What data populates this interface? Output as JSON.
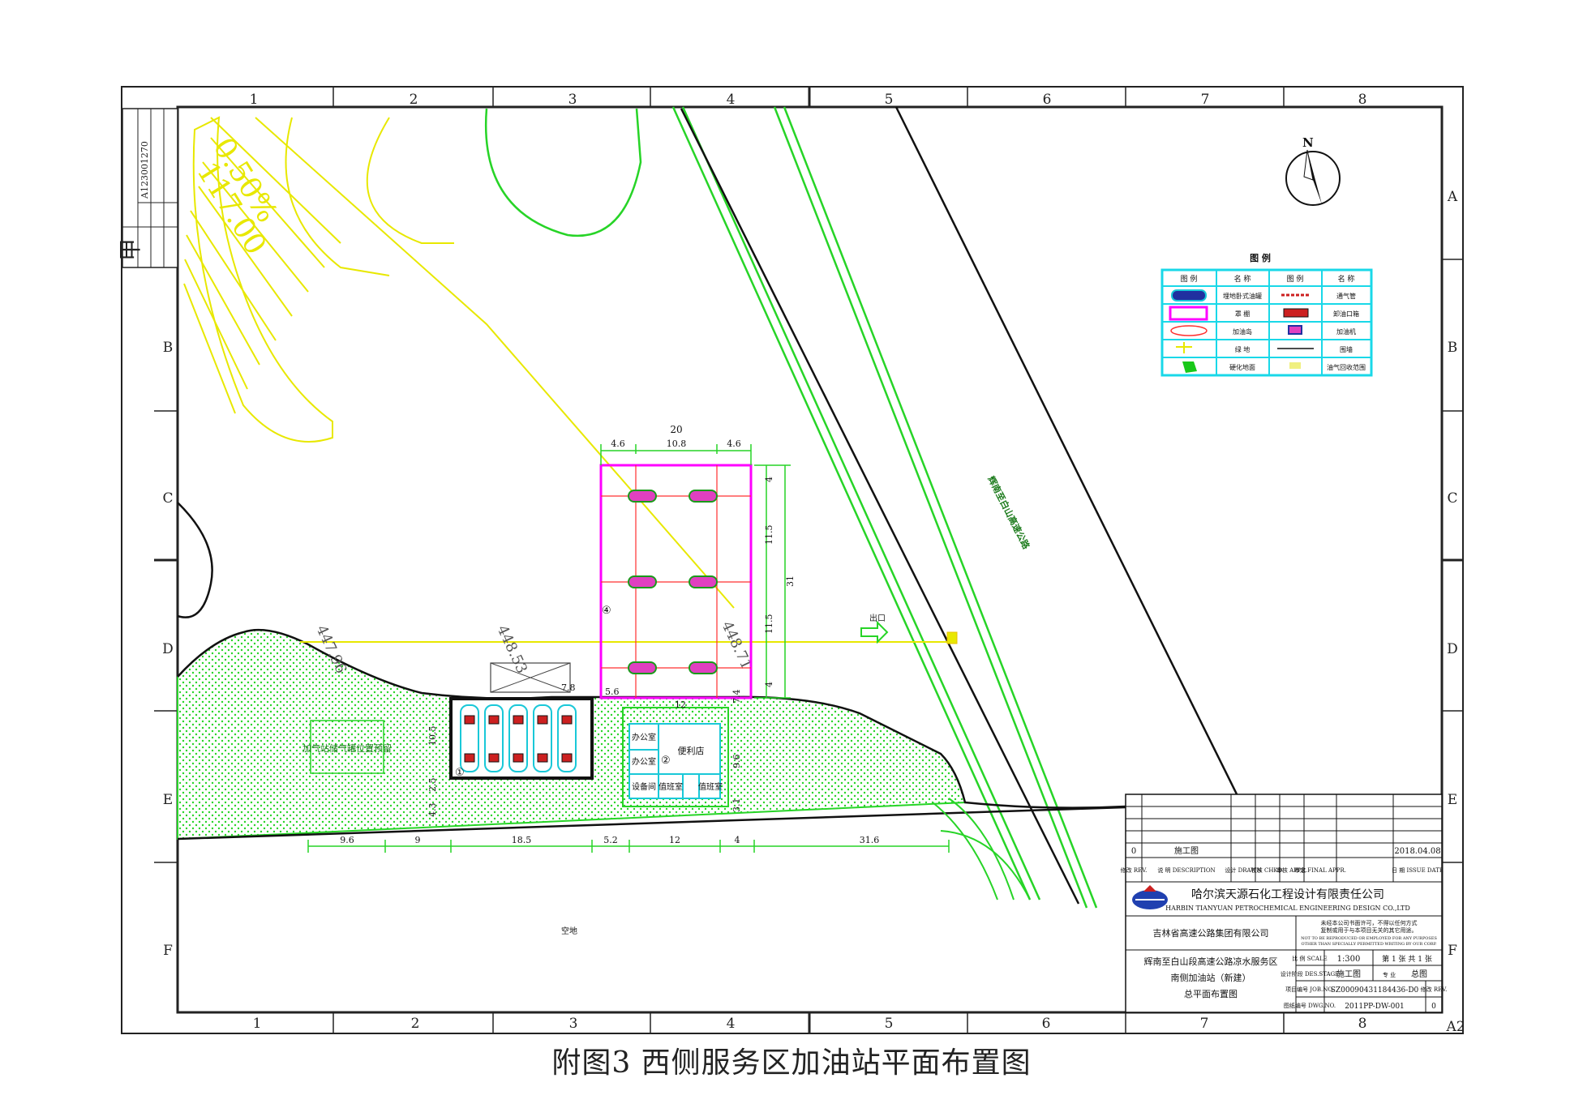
{
  "caption": "附图3 西侧服务区加油站平面布置图",
  "grid": {
    "columns": [
      "1",
      "2",
      "3",
      "4",
      "5",
      "6",
      "7",
      "8"
    ],
    "rows": [
      "A",
      "B",
      "C",
      "D",
      "E",
      "F"
    ]
  },
  "sheet_size": "A2",
  "left_strip": {
    "mark": "甲",
    "code": "A123001270"
  },
  "north_label": "N",
  "slope": {
    "grade": "0.50%",
    "length": "117.00"
  },
  "legend": {
    "title": "图 例",
    "headers": [
      "图 例",
      "名 称",
      "图 例",
      "名 称"
    ],
    "rows": [
      [
        "埋地卧式油罐",
        "通气管"
      ],
      [
        "罩 棚",
        "卸油口箱"
      ],
      [
        "加油岛",
        "加油机"
      ],
      [
        "绿 地",
        "围墙"
      ],
      [
        "硬化地面",
        "油气回收范围"
      ]
    ]
  },
  "elevations": [
    "447.96",
    "448.53",
    "448.71"
  ],
  "markers": [
    "①",
    "②",
    "④"
  ],
  "canopy_dims": {
    "total": "20",
    "left": "4.6",
    "mid": "10.8",
    "right": "4.6"
  },
  "side_dims": [
    "4",
    "11.5",
    "31",
    "11.5",
    "4"
  ],
  "misc_dims": [
    "7.8",
    "5.6",
    "12",
    "7.4",
    "10.5",
    "2.5",
    "4.3",
    "9.6",
    "3.1"
  ],
  "bottom_dims": [
    "9.6",
    "9",
    "18.5",
    "5.2",
    "12",
    "4",
    "31.6"
  ],
  "labels": {
    "entrance": "出口",
    "reserve_area": "加气站储气罐位置预留",
    "store": "便利店",
    "office1": "办公室",
    "office2": "办公室",
    "duty1": "值班室",
    "duty2": "值班室",
    "equipment": "设备间",
    "empty_land": "空地",
    "road_label": "辉南至白山高速公路"
  },
  "title_block": {
    "rev_no": "0",
    "rev_desc": "施工图",
    "rev_date": "2018.04.08",
    "col_headers": [
      "修改\nREV.",
      "说 明\nDESCRIPTION",
      "设计\nDRAWN",
      "校核\nCHKD.",
      "审核\nAPPR.",
      "审定\nFINAL APPR.",
      "日 期\nISSUE DATE"
    ],
    "company_cn": "哈尔滨天源石化工程设计有限责任公司",
    "company_en": "HARBIN TIANYUAN PETROCHEMICAL ENGINEERING DESIGN CO.,LTD",
    "client": "吉林省高速公路集团有限公司",
    "note_cn_1": "未经本公司书面许可，不得以任何方式",
    "note_cn_2": "复制或用于与本项目无关的其它用途。",
    "note_en_1": "NOT TO BE REPRODUCED OR EMPLOYED FOR ANY PURPOSES",
    "note_en_2": "OTHER THAN SPECIALLY PERMITTED WRITING BY OUR CORP.",
    "project_1": "辉南至白山段高速公路凉水服务区",
    "project_2": "南侧加油站（新建）",
    "project_3": "总平面布置图",
    "scale_label": "比 例\nSCALE",
    "scale": "1:300",
    "sheet_label": "第 1 张 共 1 张",
    "stage_label": "设计阶段\nDES.STAGE",
    "stage": "施工图",
    "discipline_label": "专 业",
    "discipline": "总图",
    "project_no_label": "项目编号\nJOB.NO.",
    "project_no": "SZ00090431184436-D0",
    "rev_label": "修改\nREV.",
    "drawing_no_label": "图纸编号\nDWG.NO.",
    "drawing_no": "2011PP-DW-001",
    "rev": "0"
  }
}
